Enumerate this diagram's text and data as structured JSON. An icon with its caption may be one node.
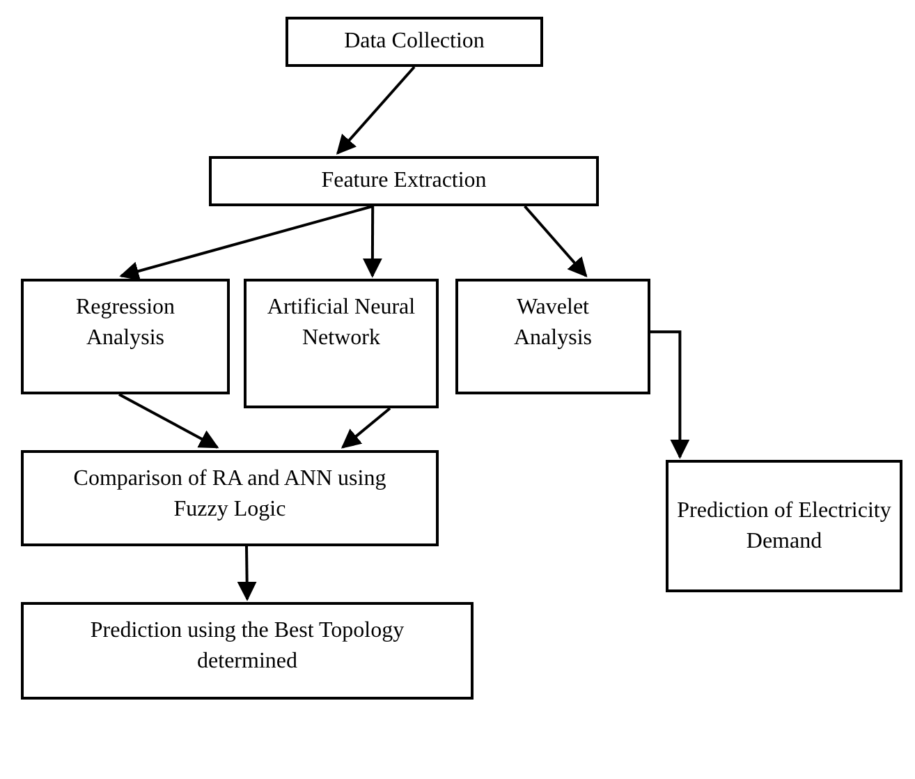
{
  "diagram": {
    "nodes": [
      {
        "text": [
          "Data Collection"
        ]
      },
      {
        "text": [
          "Feature Extraction"
        ]
      },
      {
        "text": [
          "Regression Analysis"
        ]
      },
      {
        "text": [
          "Artificial Neural Network"
        ]
      },
      {
        "text": [
          "Wavelet Analysis"
        ]
      },
      {
        "text": [
          "Comparison of RA and ANN using Fuzzy Logic"
        ]
      },
      {
        "text": [
          "Prediction of Electricity Demand"
        ]
      },
      {
        "text": [
          "Prediction using the Best Topology determined"
        ]
      }
    ],
    "edges": [
      {
        "from": 0,
        "to": 1,
        "arrow": "to"
      },
      {
        "from": 1,
        "to": 2,
        "arrow": "to"
      },
      {
        "from": 1,
        "to": 3,
        "arrow": "to"
      },
      {
        "from": 1,
        "to": 4,
        "arrow": "to"
      },
      {
        "from": 2,
        "to": 5,
        "arrow": "to"
      },
      {
        "from": 3,
        "to": 5,
        "arrow": "to"
      },
      {
        "from": 4,
        "to": 6,
        "arrow": "to"
      },
      {
        "from": 5,
        "to": 7,
        "arrow": "to"
      }
    ]
  }
}
